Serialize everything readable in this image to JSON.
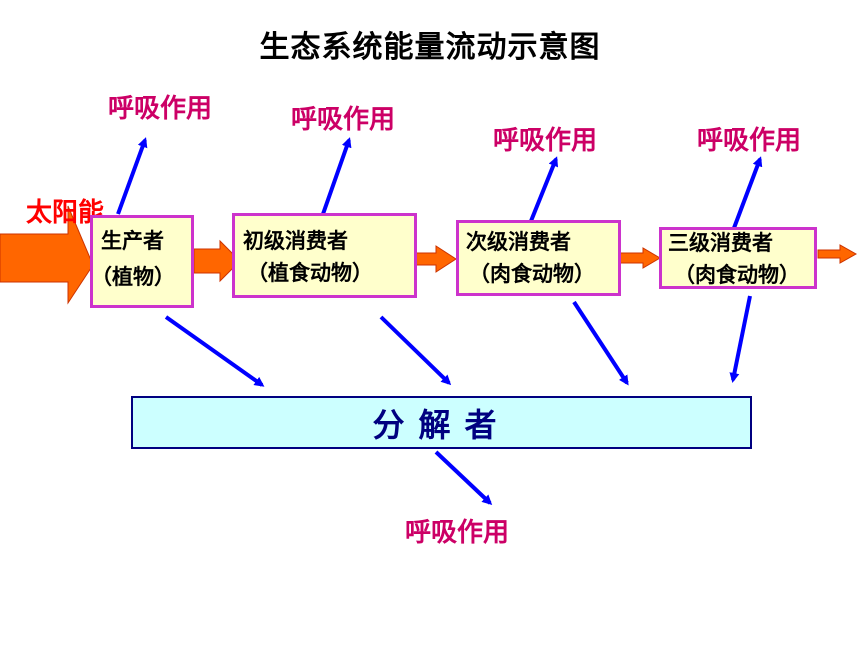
{
  "title": "生态系统能量流动示意图",
  "sun_label": "太阳能",
  "respiration": {
    "r1": "呼吸作用",
    "r2": "呼吸作用",
    "r3": "呼吸作用",
    "r4": "呼吸作用",
    "r5": "呼吸作用"
  },
  "producer": {
    "line1": "生产者",
    "line2": "（植物）"
  },
  "primary": {
    "line1": "初级消费者",
    "line2": "（植食动物）"
  },
  "secondary": {
    "line1": "次级消费者",
    "line2": "（肉食动物）"
  },
  "tertiary": {
    "line1": "三级消费者",
    "line2": "（肉食动物）"
  },
  "decomposer": "分解者",
  "colors": {
    "respiration_text": "#cc0066",
    "sun_text": "#ff0000",
    "box_border": "#cc33cc",
    "box_fill": "#ffffcc",
    "decomposer_fill": "#ccffff",
    "decomposer_text": "#000080",
    "flow_arrow": "#ff6600",
    "blue_arrow": "#0000ff"
  }
}
